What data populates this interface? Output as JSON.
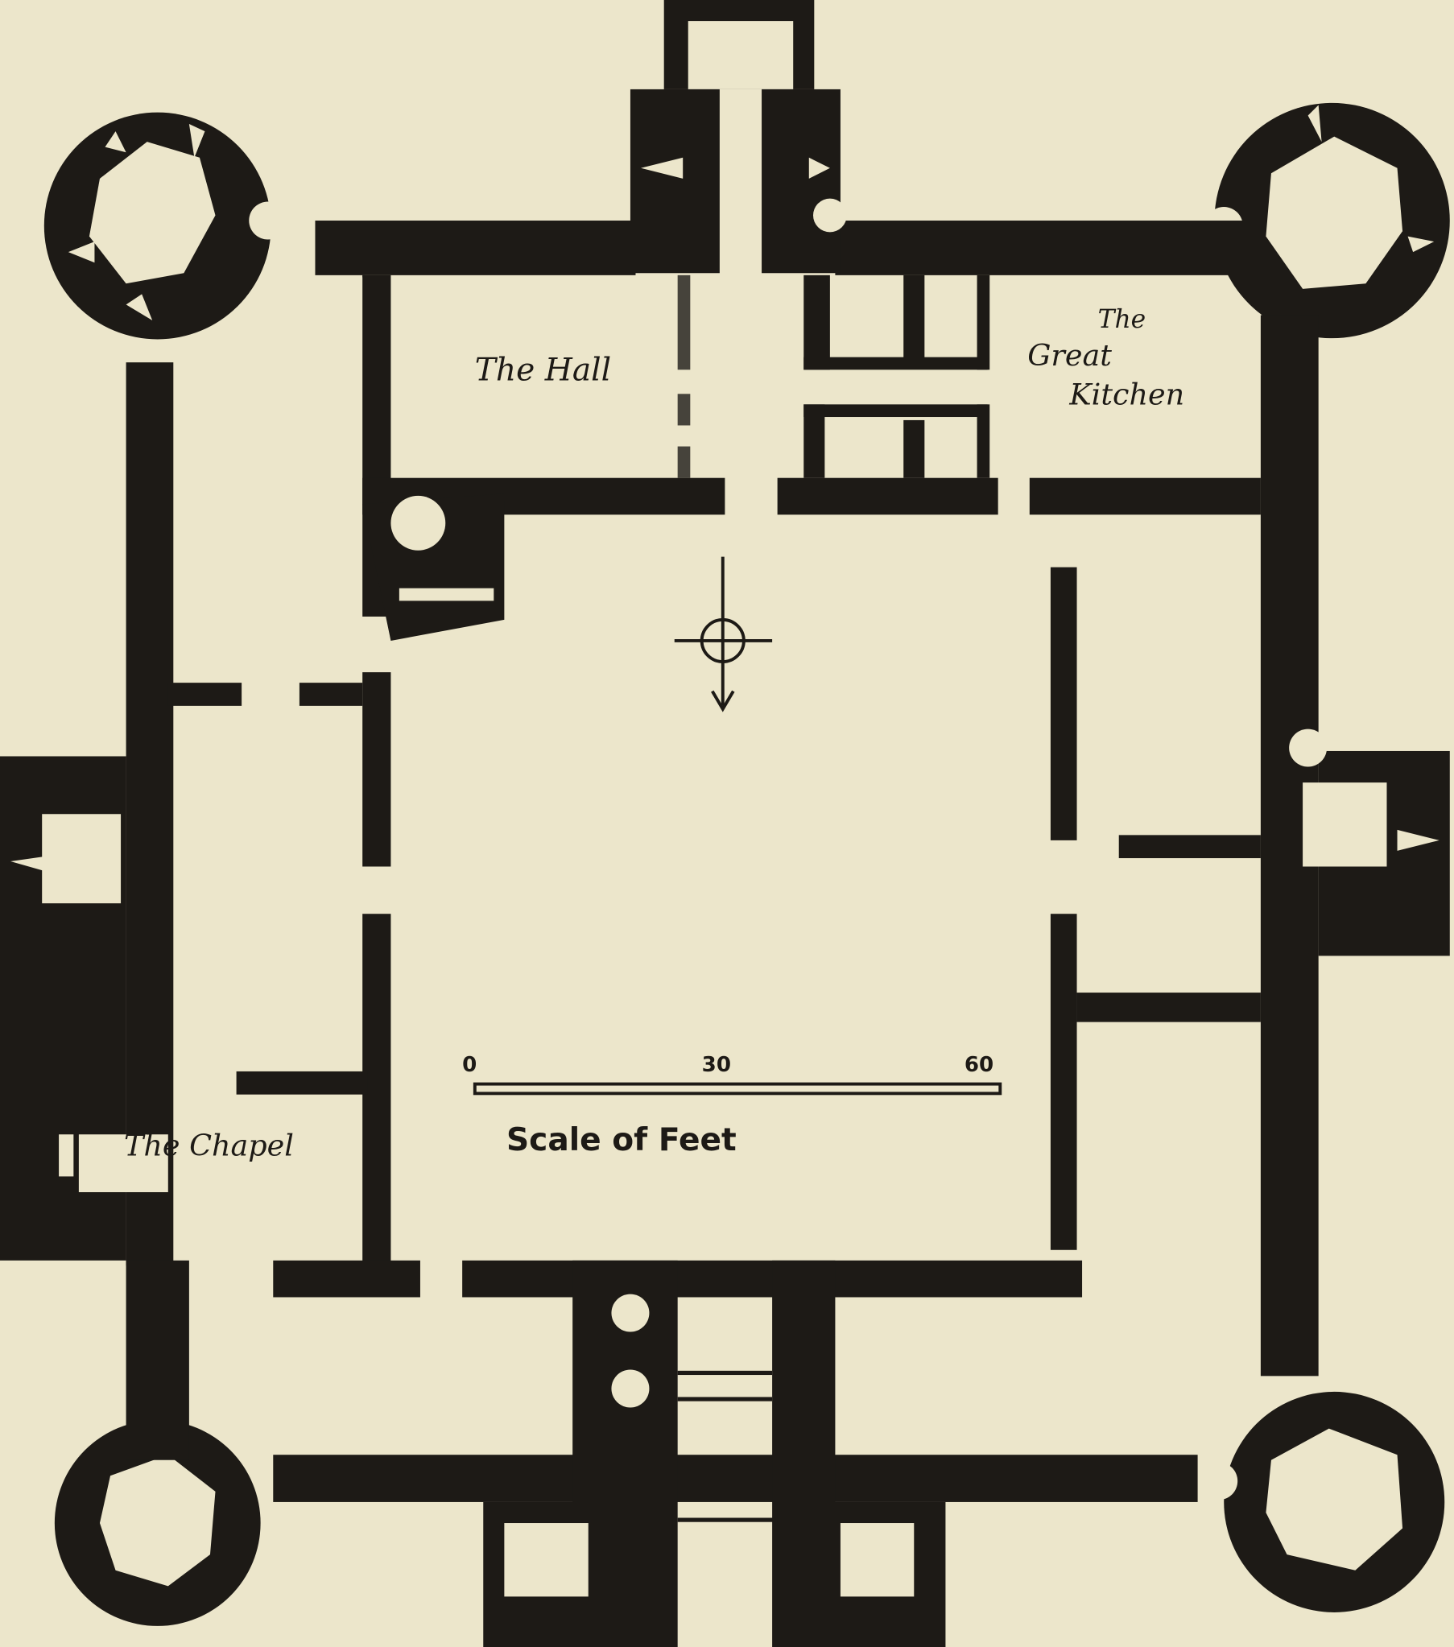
{
  "title": "Castle ground plan",
  "colors": {
    "paper": "#ece6cb",
    "ink": "#1d1a16"
  },
  "rooms": {
    "hall": "The Hall",
    "kitchen_line1": "The",
    "kitchen_line2": "Great",
    "kitchen_line3": "Kitchen",
    "chapel": "The Chapel"
  },
  "scale": {
    "label": "Scale of Feet",
    "ticks": [
      "0",
      "30",
      "60"
    ],
    "unit": "feet"
  },
  "compass": {
    "icon": "north-arrow-icon"
  }
}
